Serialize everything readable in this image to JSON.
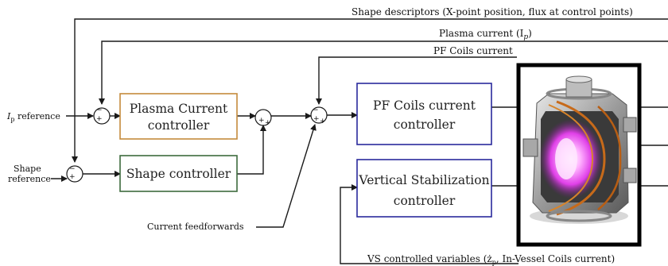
{
  "signals": {
    "shape_descriptors": "Shape descriptors (X-point position, flux at control points)",
    "plasma_current": "Plasma current (I",
    "plasma_current_sub": "p",
    "plasma_current_close": ")",
    "pf_coils_current": "PF Coils current",
    "ip_reference": "I",
    "ip_reference_sub": "p",
    "ip_reference_rest": " reference",
    "shape_reference_1": "Shape",
    "shape_reference_2": "reference",
    "current_feedforwards": "Current feedforwards",
    "vs_variables": "VS controlled variables (ż",
    "vs_variables_sub": "p",
    "vs_variables_rest": ", In-Vessel Coils current)"
  },
  "blocks": {
    "plasma_current_controller": [
      "Plasma Current",
      "controller"
    ],
    "shape_controller": [
      "Shape controller"
    ],
    "pf_coils_controller": [
      "PF Coils current",
      "controller"
    ],
    "vs_controller": [
      "Vertical Stabilization",
      "controller"
    ]
  },
  "colors": {
    "plasma_block_border": "#c58a3c",
    "shape_block_border": "#3d6b3d",
    "pf_block_border": "#2a2a9c",
    "vs_block_border": "#2a2a9c",
    "tokamak_frame": "#000000",
    "plasma_glow": "#e040e8"
  },
  "icons": {
    "tokamak": "tokamak-plant-image"
  }
}
